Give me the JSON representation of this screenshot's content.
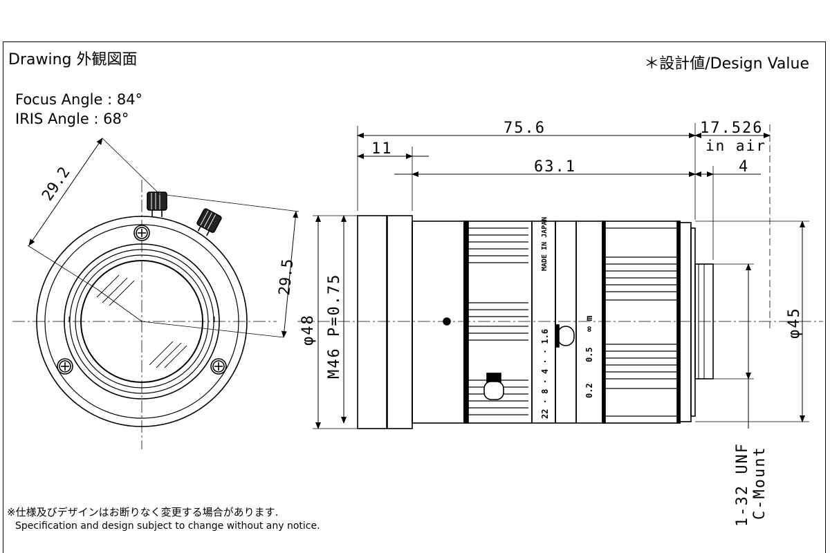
{
  "header": {
    "title": "Drawing  外観図面",
    "design_value": "＊設計値/Design Value"
  },
  "angles": {
    "focus": "Focus Angle : 84°",
    "iris": "IRIS Angle : 68°"
  },
  "front_view": {
    "dim_diagonal": "29.2",
    "dim_right": "29.5"
  },
  "side_view": {
    "dim_total_length": "75.6",
    "dim_back_focus": "17.526",
    "dim_back_focus_note": "in air",
    "dim_front": "11",
    "dim_body": "63.1",
    "dim_mount_depth": "4",
    "dim_front_diameter": "φ48",
    "dim_filter_thread": "M46  P=0.75",
    "dim_rear_diameter": "φ45",
    "mount_thread": "1-32 UNF",
    "mount_type": "C-Mount",
    "made_in": "MADE IN JAPAN",
    "iris_scale": "22 · 8 · 4 · · 1.6",
    "focus_scale_inf": "∞ m",
    "focus_scale_mid": "0.5",
    "focus_scale_near": "0.2"
  },
  "footer": {
    "notice_jp": "※仕様及びデザインはお断りなく変更する場合があります.",
    "notice_en": "Specification and design subject to change without any notice."
  }
}
